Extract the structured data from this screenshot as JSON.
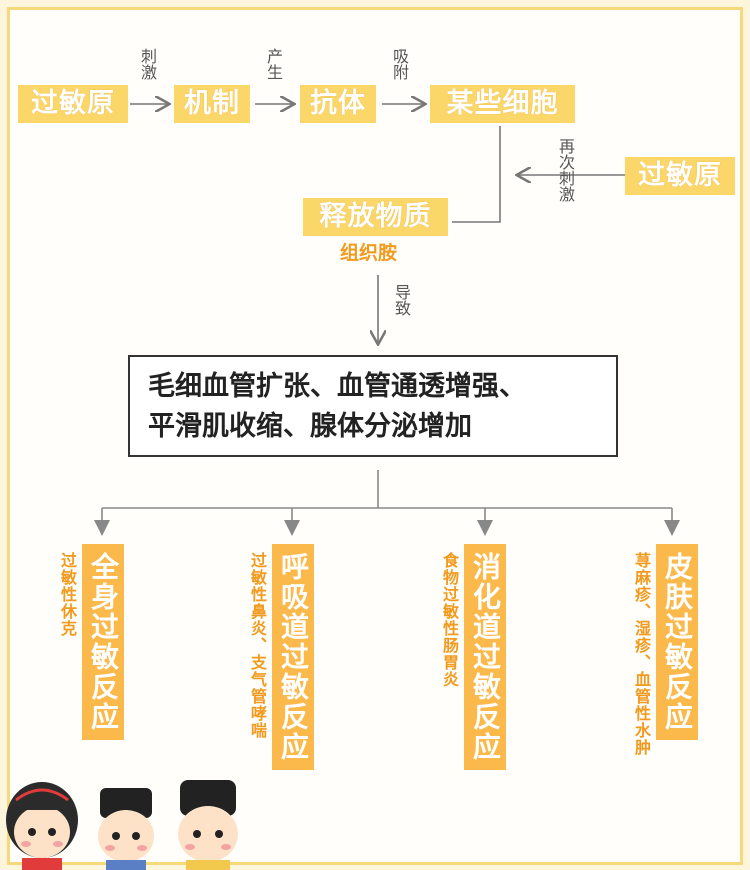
{
  "top_row": {
    "node1": "过敏原",
    "arrow1": "刺激",
    "node2": "机制",
    "arrow2": "产生",
    "node3": "抗体",
    "arrow3": "吸附",
    "node4": "某些细胞"
  },
  "second_stimulus": {
    "arrow": "再次刺激",
    "node": "过敏原"
  },
  "release": {
    "node": "释放物质",
    "sub": "组织胺",
    "arrow": "导致"
  },
  "effects": {
    "line1": "毛细血管扩张、血管通透增强、",
    "line2": "平滑肌收缩、腺体分泌增加"
  },
  "reactions": [
    {
      "title": "全身过敏反应",
      "note": "过敏性休克"
    },
    {
      "title": "呼吸道过敏反应",
      "note": "过敏性鼻炎、支气管哮喘"
    },
    {
      "title": "消化道过敏反应",
      "note": "食物过敏性肠胃炎"
    },
    {
      "title": "皮肤过敏反应",
      "note": "荨麻疹、湿疹、血管性水肿"
    }
  ],
  "colors": {
    "box_yellow": "#fbd76a",
    "box_orange": "#fbb94b",
    "note_orange": "#f29a1e",
    "arrow_gray": "#777777"
  }
}
